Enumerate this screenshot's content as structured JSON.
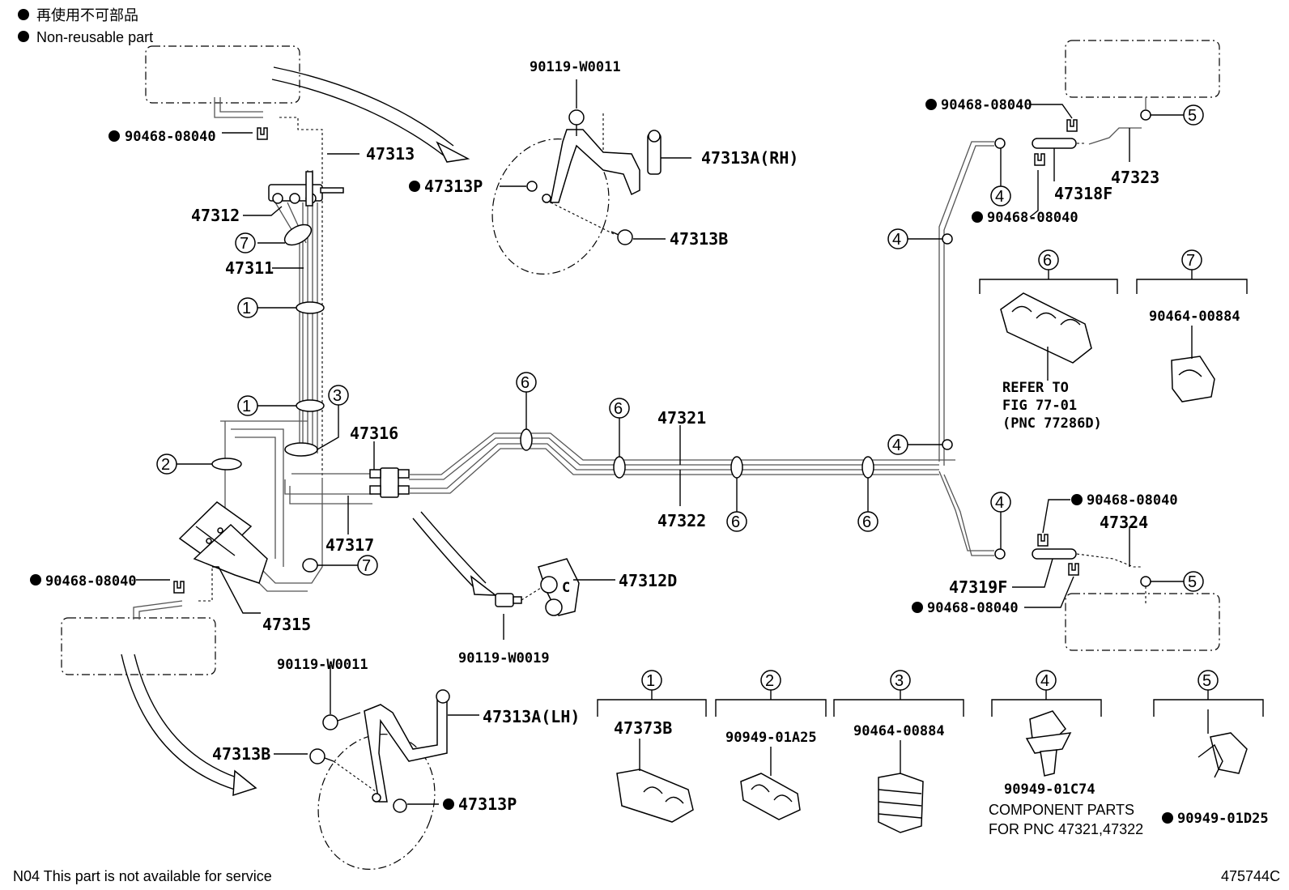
{
  "legend": {
    "jp": "再使用不可部品",
    "en": "Non-reusable part"
  },
  "footer": {
    "note": "N04 This part is not available for service",
    "figure_id": "475744C"
  },
  "labels": {
    "p90119_W0011_top": "90119-W0011",
    "p47313A_RH": "47313A(RH)",
    "p47313P_top": "47313P",
    "p47313B_top": "47313B",
    "p90468_left_top": "90468-08040",
    "p47313": "47313",
    "p47312": "47312",
    "p47311": "47311",
    "p47316": "47316",
    "p47317": "47317",
    "p47315": "47315",
    "p90468_left_bottom": "90468-08040",
    "p47321": "47321",
    "p47322": "47322",
    "p47312D": "47312D",
    "p90119_W0019": "90119-W0019",
    "p90119_W0011_bottom": "90119-W0011",
    "p47313A_LH": "47313A(LH)",
    "p47313B_bottom": "47313B",
    "p47313P_bottom": "47313P",
    "p90468_right_top": "90468-08040",
    "p47318F": "47318F",
    "p47323": "47323",
    "p90468_right_mid": "90468-08040",
    "p90468_right_low": "90468-08040",
    "p47324": "47324",
    "p47319F": "47319F",
    "p90468_right_bottom": "90468-08040",
    "p90464_00884_c7": "90464-00884",
    "refer_1": "REFER TO",
    "refer_2": "FIG 77-01",
    "refer_3": "(PNC 77286D)",
    "p47373B": "47373B",
    "p90949_01A25": "90949-01A25",
    "p90464_00884_c3": "90464-00884",
    "p90949_01C74": "90949-01C74",
    "component_1": "COMPONENT PARTS",
    "component_2": "FOR PNC 47321,47322",
    "p90949_01D25": "90949-01D25"
  },
  "callouts": [
    "1",
    "2",
    "3",
    "4",
    "5",
    "6",
    "7"
  ]
}
